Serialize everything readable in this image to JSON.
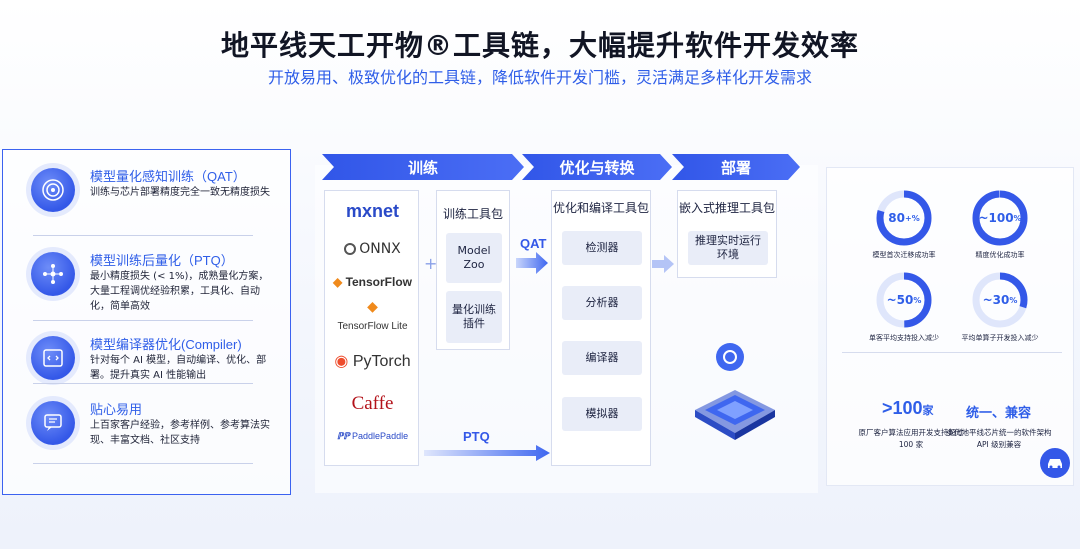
{
  "header": {
    "title": "地平线天工开物®工具链，大幅提升软件开发效率",
    "subtitle": "开放易用、极致优化的工具链，降低软件开发门槛，灵活满足多样化开发需求"
  },
  "features": [
    {
      "title": "模型量化感知训练（QAT）",
      "desc": "训练与芯片部署精度完全一致无精度损失",
      "icon": "target-icon"
    },
    {
      "title": "模型训练后量化（PTQ）",
      "desc": "最小精度损失 (< 1%)，成熟量化方案，大量工程调优经验积累，工具化、自动化，简单高效",
      "icon": "network-icon"
    },
    {
      "title": "模型编译器优化(Compiler)",
      "desc": "针对每个 AI 模型，自动编译、优化、部署。提升真实 AI 性能输出",
      "icon": "code-window-icon"
    },
    {
      "title": "贴心易用",
      "desc": "上百家客户经验，参考样例、参考算法实现、丰富文档、社区支持",
      "icon": "chat-icon"
    }
  ],
  "stages": {
    "train": "训练",
    "optimize": "优化与转换",
    "deploy": "部署"
  },
  "frameworks": [
    "mxnet",
    "ONNX",
    "TensorFlow",
    "TensorFlow Lite",
    "PyTorch",
    "Caffe",
    "PaddlePaddle"
  ],
  "plus_sign": "+",
  "train_toolkit": {
    "title": "训练工具包",
    "items": [
      "Model Zoo",
      "量化训练插件"
    ]
  },
  "arrows": {
    "qat": "QAT",
    "ptq": "PTQ"
  },
  "optimize_toolkit": {
    "title": "优化和编译工具包",
    "items": [
      "检测器",
      "分析器",
      "编译器",
      "模拟器"
    ]
  },
  "deploy_toolkit": {
    "title": "嵌入式推理工具包",
    "items": [
      "推理实时运行环境"
    ]
  },
  "metrics": [
    {
      "value": "80",
      "suffix": "+%",
      "label": "模型首次迁移成功率"
    },
    {
      "value": "~100",
      "suffix": "%",
      "label": "精度优化成功率"
    },
    {
      "value": "~50",
      "suffix": "%",
      "label": "单客平均支持投入减少"
    },
    {
      "value": "~30",
      "suffix": "%",
      "label": "平均单算子开发投入减少"
    }
  ],
  "stats": [
    {
      "big": ">100",
      "unit": "家",
      "desc": "原厂客户算法应用开发支持超过 100 家"
    },
    {
      "big": "统一、兼容",
      "unit": "",
      "desc": "多代地平线芯片统一的软件架构API 级别兼容"
    }
  ],
  "colors": {
    "accent": "#2f5ee8",
    "stage": "#3156e8"
  }
}
